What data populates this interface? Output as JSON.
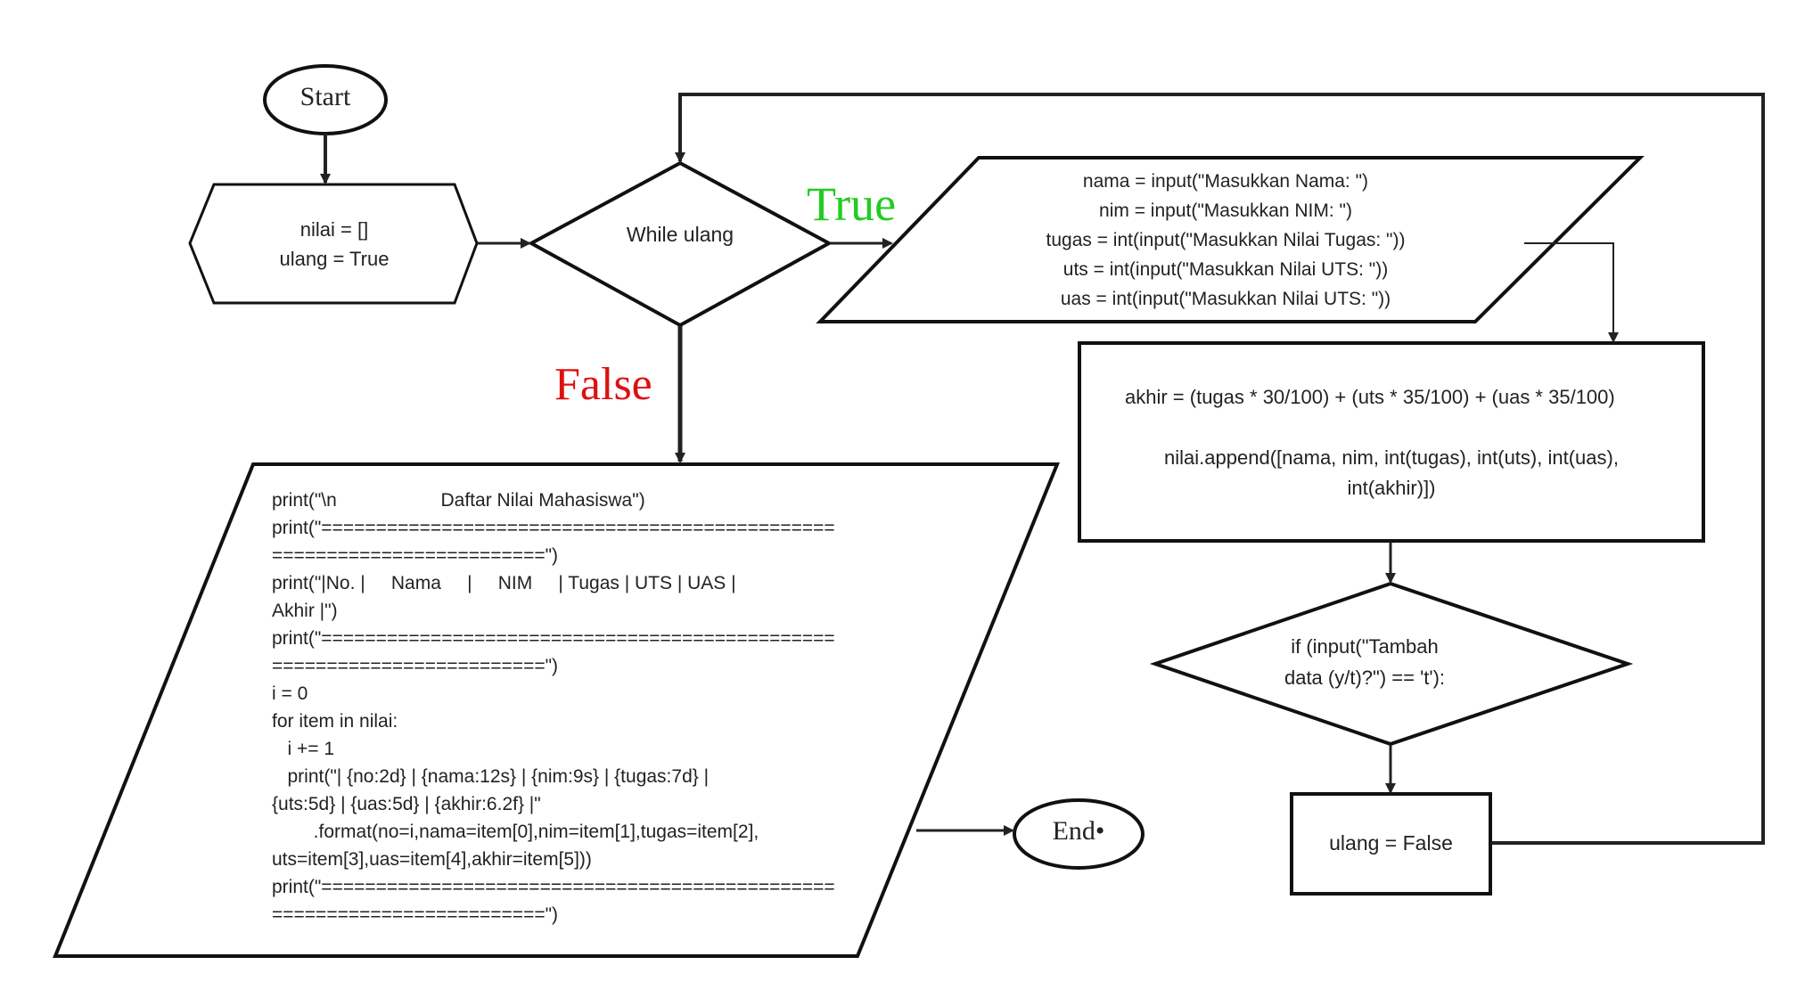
{
  "start": {
    "label": "Start"
  },
  "end": {
    "label": "End•"
  },
  "init": {
    "lines": [
      "nilai = []",
      "ulang = True"
    ]
  },
  "while": {
    "label": "While ulang"
  },
  "branch": {
    "true_label": "True",
    "false_label": "False",
    "true_color": "#22cc22",
    "false_color": "#dd1111"
  },
  "input_block": {
    "lines": [
      "nama = input(\"Masukkan Nama: \")",
      "nim = input(\"Masukkan NIM: \")",
      "tugas = int(input(\"Masukkan Nilai Tugas: \"))",
      "uts = int(input(\"Masukkan Nilai UTS: \"))",
      "uas = int(input(\"Masukkan Nilai UTS: \"))"
    ]
  },
  "process_block": {
    "line1": "akhir = (tugas * 30/100) + (uts * 35/100) + (uas * 35/100)",
    "line2": "nilai.append([nama, nim, int(tugas), int(uts), int(uas),",
    "line3": "int(akhir)])"
  },
  "if_block": {
    "lines": [
      "if (input(\"Tambah",
      "data (y/t)?\") == 't'):"
    ]
  },
  "set_block": {
    "label": "ulang = False"
  },
  "output_block": {
    "lines": [
      "print(\"\\n                    Daftar Nilai Mahasiswa\")",
      "print(\"===============================================",
      "=========================\")",
      "print(\"|No. |     Nama     |     NIM     | Tugas | UTS | UAS |",
      "Akhir |\")",
      "print(\"===============================================",
      "=========================\")",
      "i = 0",
      "for item in nilai:",
      "   i += 1",
      "   print(\"| {no:2d} | {nama:12s} | {nim:9s} | {tugas:7d} |",
      "{uts:5d} | {uas:5d} | {akhir:6.2f} |\"",
      "        .format(no=i,nama=item[0],nim=item[1],tugas=item[2],",
      "uts=item[3],uas=item[4],akhir=item[5]))",
      "print(\"===============================================",
      "=========================\")"
    ]
  }
}
